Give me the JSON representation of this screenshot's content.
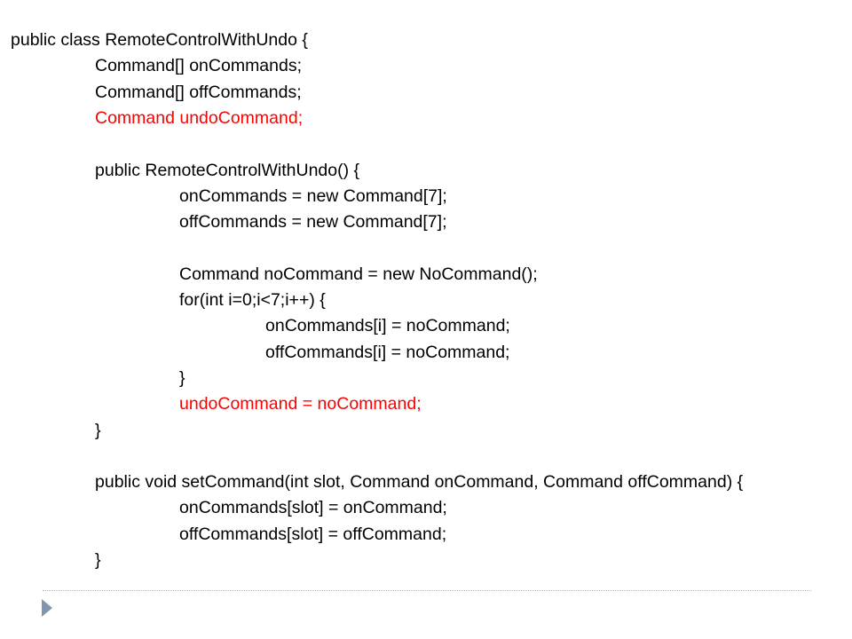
{
  "code": {
    "lines": [
      {
        "text": "public class RemoteControlWithUndo {",
        "indent": 0,
        "highlight": false
      },
      {
        "text": "Command[] onCommands;",
        "indent": 1,
        "highlight": false
      },
      {
        "text": "Command[] offCommands;",
        "indent": 1,
        "highlight": false
      },
      {
        "text": "Command undoCommand;",
        "indent": 1,
        "highlight": true
      },
      {
        "text": "",
        "indent": 0,
        "highlight": false
      },
      {
        "text": "public RemoteControlWithUndo() {",
        "indent": 1,
        "highlight": false
      },
      {
        "text": "onCommands = new Command[7];",
        "indent": 2,
        "highlight": false
      },
      {
        "text": "offCommands = new Command[7];",
        "indent": 2,
        "highlight": false
      },
      {
        "text": "",
        "indent": 0,
        "highlight": false
      },
      {
        "text": "Command noCommand = new NoCommand();",
        "indent": 2,
        "highlight": false
      },
      {
        "text": "for(int i=0;i<7;i++) {",
        "indent": 2,
        "highlight": false
      },
      {
        "text": "onCommands[i] = noCommand;",
        "indent": 3,
        "highlight": false
      },
      {
        "text": "offCommands[i] = noCommand;",
        "indent": 3,
        "highlight": false
      },
      {
        "text": "}",
        "indent": 2,
        "highlight": false
      },
      {
        "text": "undoCommand = noCommand;",
        "indent": 2,
        "highlight": true
      },
      {
        "text": "}",
        "indent": 1,
        "highlight": false
      },
      {
        "text": "",
        "indent": 0,
        "highlight": false
      },
      {
        "text": "public void setCommand(int slot, Command onCommand, Command offCommand) {",
        "indent": 1,
        "highlight": false
      },
      {
        "text": "onCommands[slot] = onCommand;",
        "indent": 2,
        "highlight": false
      },
      {
        "text": "offCommands[slot] = offCommand;",
        "indent": 2,
        "highlight": false
      },
      {
        "text": "}",
        "indent": 1,
        "highlight": false
      }
    ]
  },
  "colors": {
    "text": "#000000",
    "highlight": "#ff0000",
    "footer_rule": "#a9b9c8",
    "footer_arrow": "#7f97ad"
  },
  "icons": {
    "footer_arrow": "triangle-right-icon"
  }
}
